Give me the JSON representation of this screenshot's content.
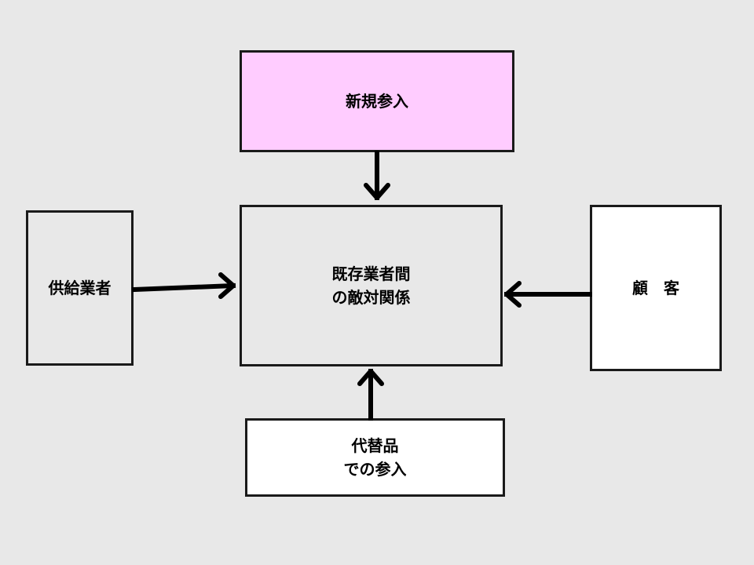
{
  "colors": {
    "background": "#e8e8e8",
    "border": "#1a1a1a",
    "new_entrants_fill": "#ffccff",
    "rivalry_fill": "#e8e8e8",
    "suppliers_fill": "#e8e8e8",
    "customers_fill": "#ffffff",
    "substitutes_fill": "#ffffff",
    "arrow": "#000000"
  },
  "boxes": {
    "new_entrants": "新規参入",
    "suppliers": "供給業者",
    "rivalry": "既存業者間\nの敵対関係",
    "customers": "顧　客",
    "substitutes": "代替品\nでの参入"
  }
}
